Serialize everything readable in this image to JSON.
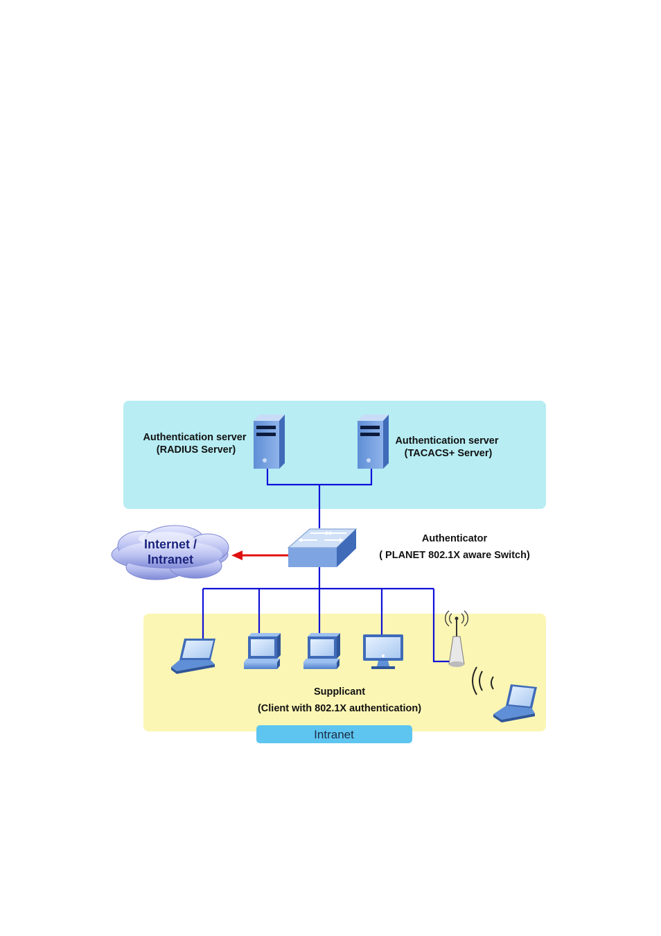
{
  "zones": {
    "server_zone_color": "#b7edf3",
    "client_zone_color": "#fbf6b4",
    "intranet_pill_color": "#5ec5f0",
    "intranet_label": "Intranet"
  },
  "servers": {
    "radius": {
      "line1": "Authentication server",
      "line2": "(RADIUS Server)",
      "icon": "server-tower-icon"
    },
    "tacacs": {
      "line1": "Authentication server",
      "line2": "(TACACS+ Server)",
      "icon": "server-tower-icon"
    }
  },
  "authenticator": {
    "line1": "Authenticator",
    "line2": "( PLANET 802.1X aware Switch)",
    "icon": "network-switch-icon"
  },
  "cloud": {
    "line1": "Internet /",
    "line2": "Intranet",
    "icon": "cloud-icon",
    "arrow_color": "#e01010"
  },
  "supplicant": {
    "line1": "Supplicant",
    "line2": "(Client with 802.1X authentication)",
    "devices": [
      "laptop-icon",
      "desktop-pc-icon",
      "desktop-pc-icon",
      "monitor-icon",
      "wireless-ap-icon",
      "laptop-icon"
    ]
  },
  "link_color": "#1010d8"
}
